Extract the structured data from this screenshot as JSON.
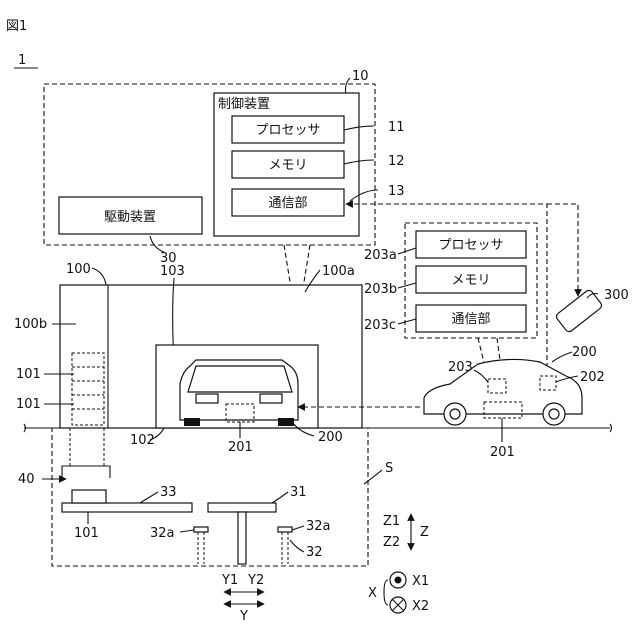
{
  "figure_label": "図1",
  "system_ref": "1",
  "control_device": {
    "ref": "10",
    "title": "制御装置",
    "processor": {
      "label": "プロセッサ",
      "ref": "11"
    },
    "memory": {
      "label": "メモリ",
      "ref": "12"
    },
    "comm": {
      "label": "通信部",
      "ref": "13"
    }
  },
  "drive_device": {
    "label": "駆動装置",
    "ref": "30"
  },
  "vehicle_unit": {
    "processor": {
      "label": "プロセッサ",
      "ref": "203a"
    },
    "memory": {
      "label": "メモリ",
      "ref": "203b"
    },
    "comm": {
      "label": "通信部",
      "ref": "203c"
    }
  },
  "refs": {
    "r100": "100",
    "r100a": "100a",
    "r100b": "100b",
    "r101a": "101",
    "r101b": "101",
    "r101c": "101",
    "r102": "102",
    "r103": "103",
    "r200a": "200",
    "r200b": "200",
    "r201a": "201",
    "r201b": "201",
    "r202": "202",
    "r203": "203",
    "r300": "300",
    "r40": "40",
    "r33": "33",
    "r31": "31",
    "r32": "32",
    "r32a_left": "32a",
    "r32a_right": "32a",
    "rS": "S"
  },
  "axes": {
    "z1": "Z1",
    "z2": "Z2",
    "z": "Z",
    "y1": "Y1",
    "y2": "Y2",
    "y": "Y",
    "x": "X",
    "x1": "X1",
    "x2": "X2"
  }
}
